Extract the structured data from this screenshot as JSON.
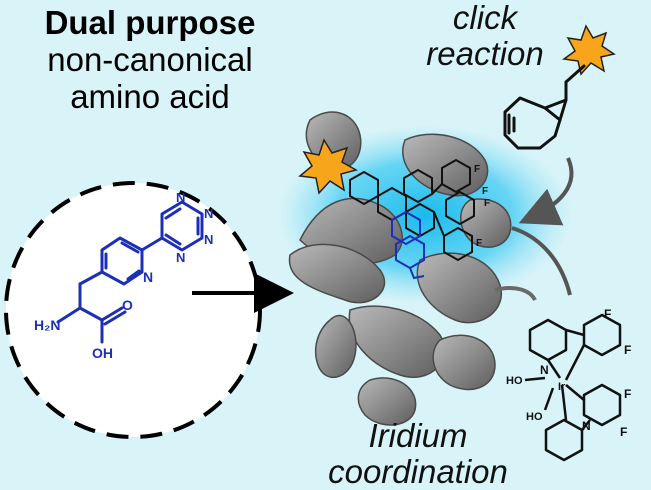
{
  "title": {
    "line1": "Dual purpose",
    "line2": "non-canonical",
    "line3": "amino acid"
  },
  "annotations": {
    "click_1": "click",
    "click_2": "reaction",
    "iridium_1": "Iridium",
    "iridium_2": "coordination"
  },
  "molecule_labels": {
    "amine": "H₂N",
    "carbonyl_o": "O",
    "hydroxyl": "OH",
    "pyridine_n": "N",
    "tetrazine_n1": "N",
    "tetrazine_n2": "N",
    "tetrazine_n3": "N",
    "tetrazine_n4": "N",
    "complex_f1": "F",
    "complex_f2": "F",
    "complex_f3": "F",
    "complex_f4": "F",
    "complex_n1": "N",
    "complex_n2": "N",
    "complex_ho1": "HO",
    "complex_ho2": "HO",
    "complex_ir": "Ir",
    "protein_f1": "F",
    "protein_f2": "F",
    "protein_f3": "F",
    "protein_f4": "F"
  },
  "colors": {
    "background": "#d9f4f8",
    "molecule_blue": "#1c2fb8",
    "star_fill": "#f7a51a",
    "protein_gray": "#8a8a8a",
    "glow": "#22c7f0"
  }
}
